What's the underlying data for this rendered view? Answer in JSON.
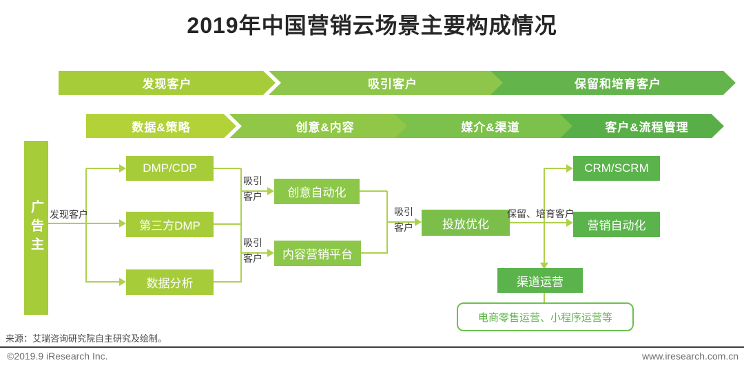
{
  "title": "2019年中国营销云场景主要构成情况",
  "stages": {
    "row1": [
      {
        "label": "发现客户",
        "color": "#a6cc39"
      },
      {
        "label": "吸引客户",
        "color": "#8dc64a"
      },
      {
        "label": "保留和培育客户",
        "color": "#64b44c"
      }
    ],
    "row2": [
      {
        "label": "数据&策略",
        "color": "#b2d238"
      },
      {
        "label": "创意&内容",
        "color": "#90c746"
      },
      {
        "label": "媒介&渠道",
        "color": "#7cc14b"
      },
      {
        "label": "客户&流程管理",
        "color": "#58af47"
      }
    ]
  },
  "flow": {
    "advertiser": "广告主",
    "boxes": {
      "dmp_cdp": "DMP/CDP",
      "third_party_dmp": "第三方DMP",
      "data_analysis": "数据分析",
      "creative_automation": "创意自动化",
      "content_marketing_platform": "内容营销平台",
      "placement_optimization": "投放优化",
      "crm_scrm": "CRM/SCRM",
      "marketing_automation": "营销自动化",
      "channel_operations": "渠道运营",
      "ecommerce_note": "电商零售运营、小程序运营等"
    },
    "edge_labels": {
      "discover": "发现客户",
      "attract_line1": "吸引",
      "attract_line2": "客户",
      "retain": "保留、培育客户"
    }
  },
  "footer": {
    "source": "来源：艾瑞咨询研究院自主研究及绘制。",
    "copyright": "©2019.9 iResearch Inc.",
    "website": "www.iresearch.com.cn"
  },
  "palette": {
    "connector_line": "#aed04c",
    "stage1_green": "#a6cc39",
    "stage2_green": "#8dc64a",
    "stage3_green": "#64b44c",
    "mid_box_green": "#8dc74a",
    "optimization_green": "#7bbf4a",
    "right_box_green": "#5bb34c",
    "note_border_green": "#6cc04f",
    "note_text_green": "#5cb348"
  }
}
